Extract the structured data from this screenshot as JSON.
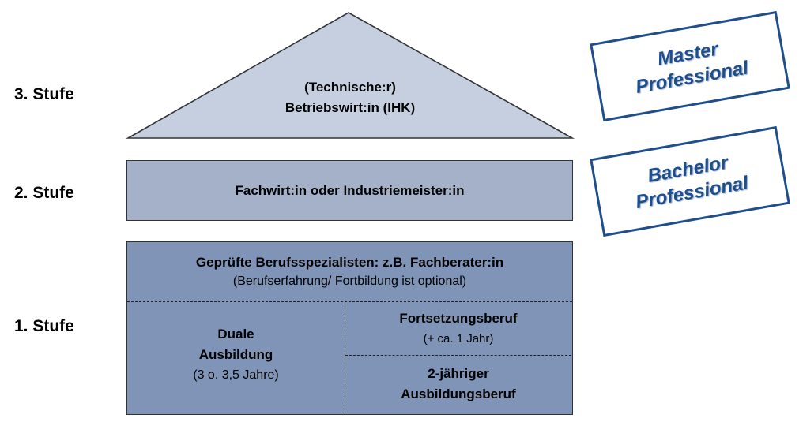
{
  "stages": {
    "stage3": "3. Stufe",
    "stage2": "2. Stufe",
    "stage1": "1. Stufe"
  },
  "roof": {
    "line1": "(Technische:r)",
    "line2": "Betriebswirt:in (IHK)"
  },
  "level2": {
    "text": "Fachwirt:in oder Industriemeister:in"
  },
  "level1": {
    "specialists": {
      "title": "Geprüfte Berufsspezialisten: z.B. Fachberater:in",
      "note": "(Berufserfahrung/ Fortbildung ist optional)"
    },
    "dual": {
      "line1": "Duale",
      "line2": "Ausbildung",
      "note": "(3 o. 3,5 Jahre)"
    },
    "continuation": {
      "title": "Fortsetzungsberuf",
      "note": "(+ ca. 1 Jahr)"
    },
    "two_year": {
      "line1": "2-jähriger",
      "line2": "Ausbildungsberuf"
    }
  },
  "badges": {
    "master": {
      "line1": "Master",
      "line2": "Professional"
    },
    "bachelor": {
      "line1": "Bachelor",
      "line2": "Professional"
    }
  },
  "colors": {
    "roof_fill": "#c5cfe0",
    "level2_fill": "#a5b1c8",
    "level1_fill": "#7f94b7",
    "badge_blue": "#1f4e8c"
  }
}
